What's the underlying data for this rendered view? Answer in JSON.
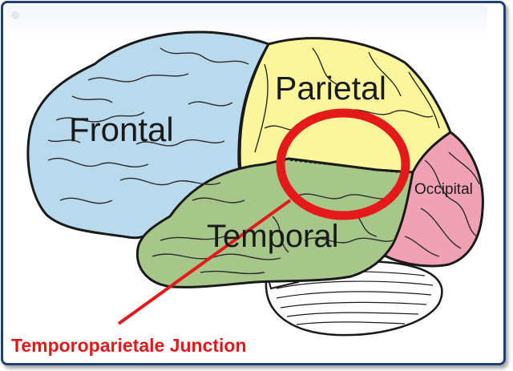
{
  "labels": {
    "frontal": "Frontal",
    "parietal": "Parietal",
    "temporal": "Temporal",
    "occipital": "Occipital"
  },
  "callout": {
    "text": "Temporoparietale Junction",
    "color": "#e01a1a"
  },
  "colors": {
    "frontal_lobe": "#b9d9ec",
    "parietal_lobe": "#fbf59b",
    "temporal_lobe": "#a6c68a",
    "occipital_lobe": "#f0a2b4",
    "cerebellum": "#ffffff",
    "frame_border": "#1f3f78",
    "highlight_ring": "#e41a1a"
  }
}
